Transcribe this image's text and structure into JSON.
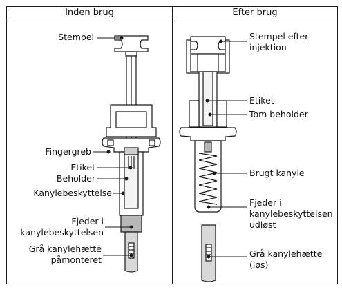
{
  "headers": {
    "left": "Inden brug",
    "right": "Efter brug"
  },
  "left_labels": {
    "plunger": "Stempel",
    "finger_grip": "Fingergreb",
    "label": "Etiket",
    "barrel": "Beholder",
    "needle_guard": "Kanylebeskyttelse",
    "spring": "Fjeder i\nkanylebeskyttelsen",
    "cap": "Grå kanylehætte\npåmonteret"
  },
  "right_labels": {
    "plunger_after": "Stempel efter\ninjektion",
    "label": "Etiket",
    "empty_barrel": "Tom beholder",
    "used_needle": "Brugt kanyle",
    "spring_released": "Fjeder i\nkanylebeskyttelsen\nudløst",
    "cap_loose": "Grå kanylehætte\n(løs)"
  },
  "colors": {
    "line": "#1a1a1a",
    "grey_fill": "#b8b8b8",
    "light_fill": "#e6e6e6"
  }
}
